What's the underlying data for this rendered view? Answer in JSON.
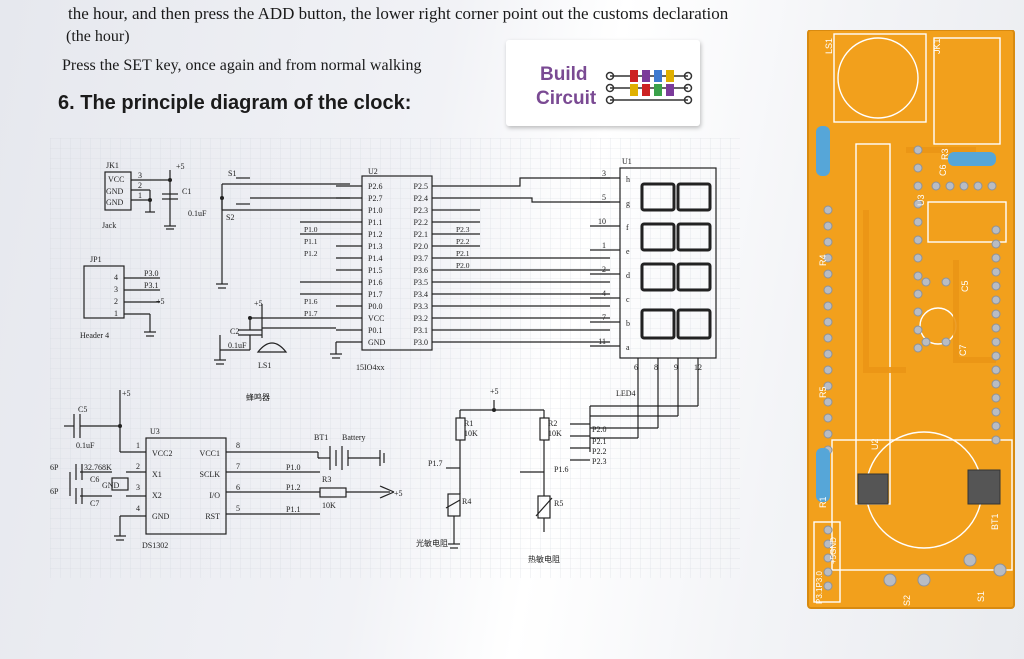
{
  "intro": {
    "line1": "the hour, and then press the ADD button, the lower right corner point out the customs declaration",
    "line2": "(the hour)",
    "line3": "Press the SET key, once again and from normal walking"
  },
  "heading": "6. The principle diagram of the clock:",
  "logo": {
    "word1": "Build",
    "word2": "Circuit"
  },
  "schematic": {
    "jk1": {
      "ref": "JK1",
      "pins": [
        "VCC",
        "GND",
        "GND"
      ],
      "pin_nums": [
        "3",
        "2",
        "1"
      ],
      "name": "Jack"
    },
    "c1": {
      "ref": "C1",
      "value": "0.1uF"
    },
    "s1": "S1",
    "s2": "S2",
    "jp1": {
      "ref": "JP1",
      "pin_nums": [
        "4",
        "3",
        "2",
        "1"
      ],
      "nets": [
        "P3.0",
        "P3.1",
        "+5"
      ],
      "name": "Header 4"
    },
    "u2": {
      "ref": "U2",
      "part": "15IO4xx",
      "left_pins": [
        "P2.6",
        "P2.7",
        "P1.0",
        "P1.1",
        "P1.2",
        "P1.3",
        "P1.4",
        "P1.5",
        "P1.6",
        "P1.7",
        "P0.0",
        "VCC",
        "P0.1",
        "GND"
      ],
      "right_pins": [
        "P2.5",
        "P2.4",
        "P2.3",
        "P2.2",
        "P2.1",
        "P2.0",
        "P3.7",
        "P3.6",
        "P3.5",
        "P3.4",
        "P3.3",
        "P3.2",
        "P3.1",
        "P3.0"
      ],
      "left_nets": [
        "",
        "",
        "P1.0",
        "P1.1",
        "P1.2",
        "",
        "",
        "",
        "P1.6",
        "P1.7",
        "",
        "",
        "",
        ""
      ],
      "right_nets": [
        "",
        "",
        "P2.3",
        "P2.2",
        "P2.1",
        "P2.0",
        "",
        "",
        "",
        "",
        "",
        "",
        "",
        ""
      ]
    },
    "c2": {
      "ref": "C2",
      "value": "0.1uF"
    },
    "ls1": "LS1",
    "buzzer": "蜂鸣器",
    "u1": {
      "ref": "U1",
      "name": "LED4",
      "left_pins": [
        "3",
        "5",
        "10",
        "1",
        "2",
        "4",
        "7",
        "11"
      ],
      "segs": [
        "h",
        "g",
        "f",
        "e",
        "d",
        "c",
        "b",
        "a"
      ],
      "bottom_pins": [
        "6",
        "8",
        "9",
        "12"
      ],
      "top_nets": [
        "P2.0",
        "P2.1",
        "P2.2",
        "P2.3"
      ]
    },
    "u3": {
      "ref": "U3",
      "part": "DS1302",
      "left_pins": [
        "VCC2",
        "X1",
        "X2",
        "GND"
      ],
      "right_pins": [
        "VCC1",
        "SCLK",
        "I/O",
        "RST"
      ],
      "left_nums": [
        "1",
        "2",
        "3",
        "4"
      ],
      "right_nums": [
        "8",
        "7",
        "6",
        "5"
      ],
      "nets": [
        "P1.0",
        "P1.2",
        "P1.1"
      ]
    },
    "c5": {
      "ref": "C5",
      "value": "0.1uF"
    },
    "crystal": {
      "ref": "32.768K",
      "caps": [
        "C6",
        "C7"
      ],
      "cap_val": "6P"
    },
    "gnd_label": "GND",
    "bt1": {
      "ref": "BT1",
      "name": "Battery"
    },
    "r3": {
      "ref": "R3",
      "value": "10K"
    },
    "r1": {
      "ref": "R1",
      "value": "10K"
    },
    "r2": {
      "ref": "R2",
      "value": "10K"
    },
    "r4": "R4",
    "r5": "R5",
    "p17": "P1.7",
    "p16": "P1.6",
    "plus5": "+5",
    "photo_label": "光敏电阻",
    "thermo_label": "热敏电阻"
  },
  "board": {
    "labels": [
      "LS1",
      "JK1",
      "R3",
      "C6",
      "U3",
      "R4",
      "C5",
      "C7",
      "R5",
      "U2",
      "BT1",
      "R1",
      "S2",
      "S1",
      "P3.1P3.0",
      "+5GND"
    ],
    "colors": {
      "pcb": "#f2a01c",
      "silk": "#ffffff",
      "pad": "#b8bcc4"
    }
  }
}
